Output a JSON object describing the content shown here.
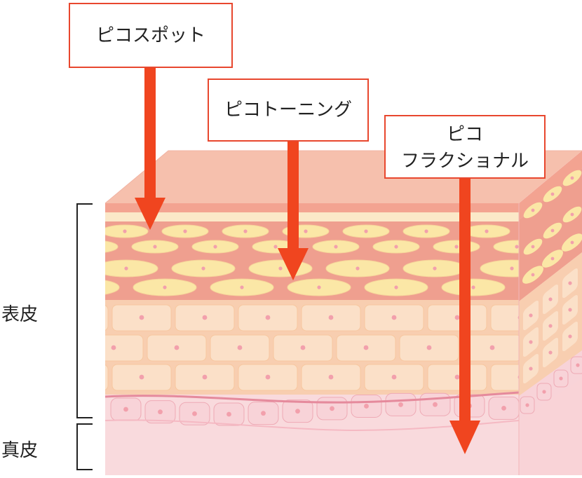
{
  "callouts": {
    "pico_spot": "ピコスポット",
    "pico_toning": "ピコトーニング",
    "pico_fractional_line1": "ピコ",
    "pico_fractional_line2": "フラクショナル"
  },
  "layers": {
    "epidermis": "表皮",
    "dermis": "真皮"
  },
  "colors": {
    "arrow": "#f0451f",
    "callout_border": "#e8472e",
    "surface": "#f6c0ad",
    "stratum_corneum": "#f3a391",
    "granular_band": "#ef9f8f",
    "ellipse_cell": "#fbe7a6",
    "spinous_cell": "#fbe0c8",
    "basal_cell": "#f8d3d8",
    "dermis": "#f9dadd",
    "nucleus": "#f2a0ac"
  }
}
